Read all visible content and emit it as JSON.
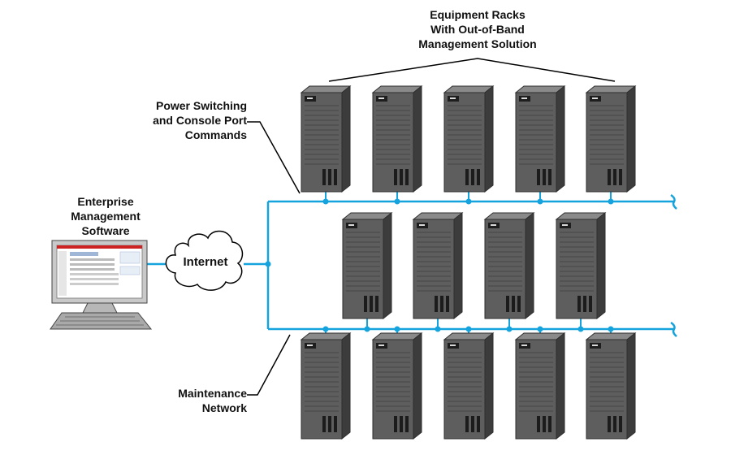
{
  "labels": {
    "racks": [
      "Equipment Racks",
      "With Out-of-Band",
      "Management Solution"
    ],
    "power": [
      "Power Switching",
      "and Console Port",
      "Commands"
    ],
    "ems": [
      "Enterprise",
      "Management",
      "Software"
    ],
    "maintenance": [
      "Maintenance",
      "Network"
    ],
    "internet": "Internet"
  },
  "rows": [
    {
      "name": "top-row",
      "count": 5
    },
    {
      "name": "middle-row",
      "count": 4
    },
    {
      "name": "bottom-row",
      "count": 5
    }
  ],
  "colors": {
    "network_line": "#14a3dd",
    "rack_body": "#4a4a4a",
    "rack_front": "#5e5e5e",
    "rack_edge": "#2e2e2e",
    "leader_line": "#000000",
    "monitor_accent": "#cc2222"
  },
  "icons": [
    "server-rack-icon",
    "cloud-icon",
    "computer-icon"
  ]
}
